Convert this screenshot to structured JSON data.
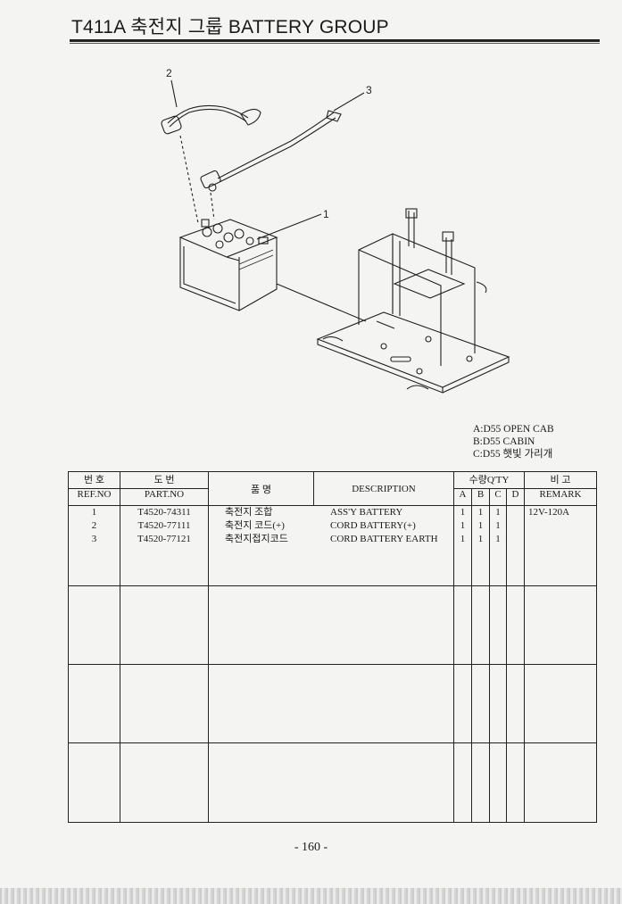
{
  "header": {
    "title": "T411A 축전지 그룹 BATTERY GROUP"
  },
  "diagram": {
    "callouts": [
      "1",
      "2",
      "3"
    ]
  },
  "legend": [
    "A:D55 OPEN CAB",
    "B:D55 CABIN",
    "C:D55 햇빛 가리개"
  ],
  "table": {
    "headers": {
      "ref_ko": "번 호",
      "ref_en": "REF.NO",
      "part_ko": "도 번",
      "part_en": "PART.NO",
      "name_ko": "품   명",
      "desc": "DESCRIPTION",
      "qty_ko": "수량",
      "qty_en": "Q'TY",
      "qty_cols": [
        "A",
        "B",
        "C",
        "D"
      ],
      "remark_ko": "비 고",
      "remark_en": "REMARK"
    },
    "rows": [
      {
        "ref": "1",
        "part": "T4520-74311",
        "name": "축전지 조합",
        "desc": "ASS'Y BATTERY",
        "a": "1",
        "b": "1",
        "c": "1",
        "d": "",
        "remark": "12V-120A"
      },
      {
        "ref": "2",
        "part": "T4520-77111",
        "name": "축전지 코드(+)",
        "desc": "CORD BATTERY(+)",
        "a": "1",
        "b": "1",
        "c": "1",
        "d": "",
        "remark": ""
      },
      {
        "ref": "3",
        "part": "T4520-77121",
        "name": "축전지접지코드",
        "desc": "CORD BATTERY EARTH",
        "a": "1",
        "b": "1",
        "c": "1",
        "d": "",
        "remark": ""
      }
    ]
  },
  "footer": {
    "page": "- 160 -"
  }
}
